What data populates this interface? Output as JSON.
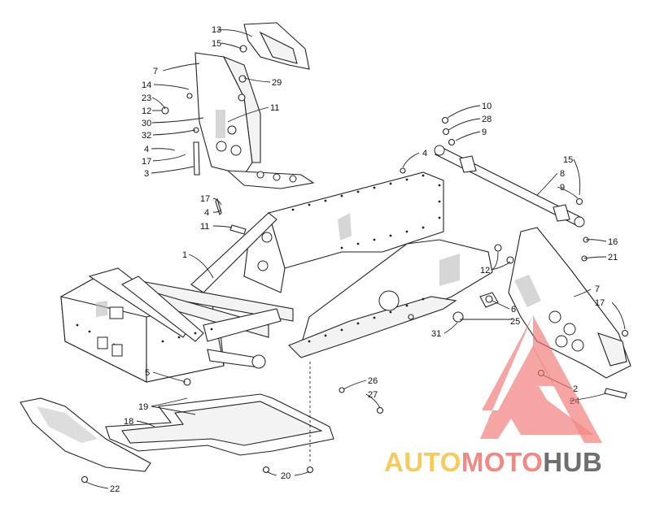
{
  "diagram": {
    "callouts": [
      "13",
      "15",
      "7",
      "14",
      "29",
      "23",
      "12",
      "30",
      "11",
      "32",
      "4",
      "17",
      "3",
      "10",
      "28",
      "9",
      "4",
      "15",
      "8",
      "9",
      "17",
      "4",
      "11",
      "1",
      "16",
      "21",
      "12",
      "7",
      "17",
      "6",
      "25",
      "31",
      "5",
      "2",
      "24",
      "19",
      "26",
      "27",
      "18",
      "20",
      "22"
    ]
  },
  "watermark": {
    "brand_part1": "AUTO",
    "brand_part2": "MOTO",
    "brand_part3": "HUB",
    "color_auto": "#f6c143",
    "color_moto": "#f07470",
    "color_hub": "#555555",
    "triangle_color": "#f07470"
  }
}
